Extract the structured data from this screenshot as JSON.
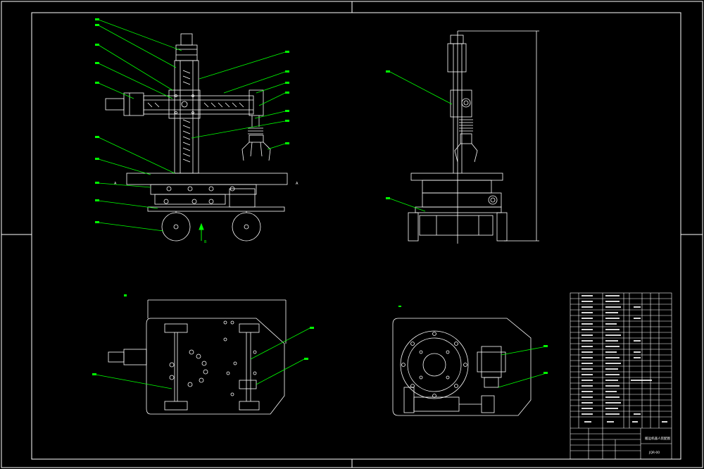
{
  "drawing": {
    "background": "#000000",
    "line_color": "#ffffff",
    "leader_color": "#00ff00",
    "accent_color": "#ffff00",
    "view_marker": "B",
    "view_labels": [
      "A",
      "A"
    ],
    "title_block": {
      "drawing_name": "搬运机器人装配图",
      "drawing_code": "JQR-00"
    }
  }
}
